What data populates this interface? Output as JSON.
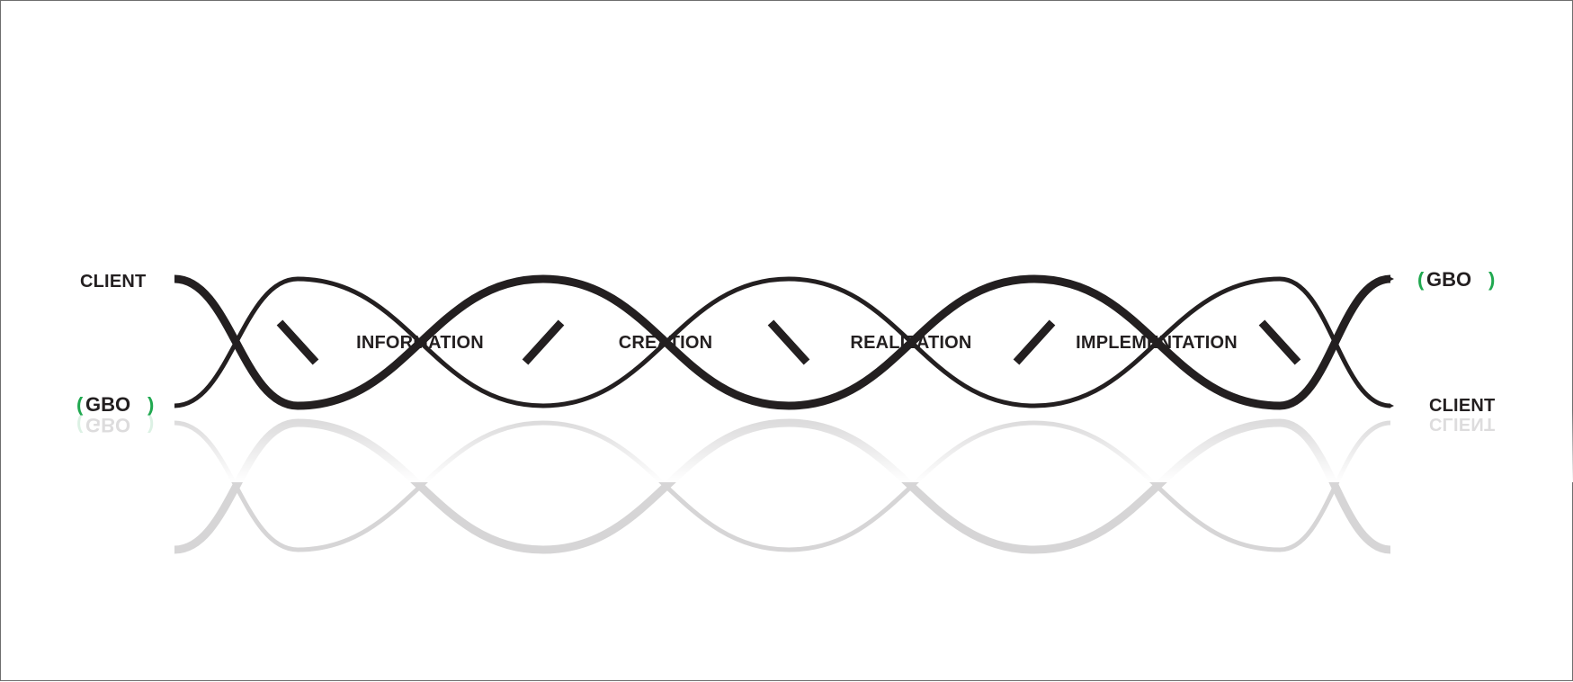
{
  "colors": {
    "strand": "#231f20",
    "logo_accent": "#1fa84f",
    "background": "#ffffff",
    "border": "#6e6e6e"
  },
  "left": {
    "top_label": "CLIENT",
    "bottom_logo": {
      "open": "(",
      "letters": "GBO",
      "close": ")"
    }
  },
  "right": {
    "top_logo": {
      "open": "(",
      "letters": "GBO",
      "close": ")"
    },
    "bottom_label": "CLIENT"
  },
  "stages": [
    {
      "label": "INFORMATION"
    },
    {
      "label": "CREATION"
    },
    {
      "label": "REALIZATION"
    },
    {
      "label": "IMPLEMENTATION"
    }
  ]
}
